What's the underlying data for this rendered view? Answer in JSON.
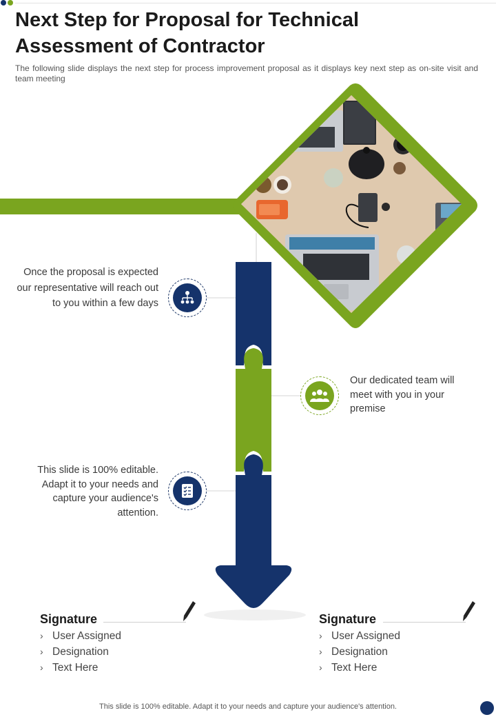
{
  "header": {
    "title": "Next Step for Proposal for Technical Assessment of Contractor",
    "subtitle": "The following  slide displays the next step for process improvement  proposal as it displays key next step as on-site visit and team meeting"
  },
  "steps": [
    {
      "text": "Once the proposal is expected our representative will reach out to you within a few days",
      "icon": "hierarchy-icon",
      "color": "#15336b"
    },
    {
      "text": "Our dedicated team will meet with you in your premise",
      "icon": "team-icon",
      "color": "#7aa51f"
    },
    {
      "text": "This slide is 100% editable. Adapt it to your needs and capture your audience's attention.",
      "icon": "checklist-icon",
      "color": "#15336b"
    }
  ],
  "signatures": [
    {
      "title": "Signature",
      "items": [
        "User Assigned",
        "Designation",
        "Text Here"
      ]
    },
    {
      "title": "Signature",
      "items": [
        "User Assigned",
        "Designation",
        "Text Here"
      ]
    }
  ],
  "footer": {
    "text": "This slide is 100% editable. Adapt it to your needs and capture your audience's attention."
  },
  "colors": {
    "navy": "#15336b",
    "green": "#7aa51f"
  }
}
